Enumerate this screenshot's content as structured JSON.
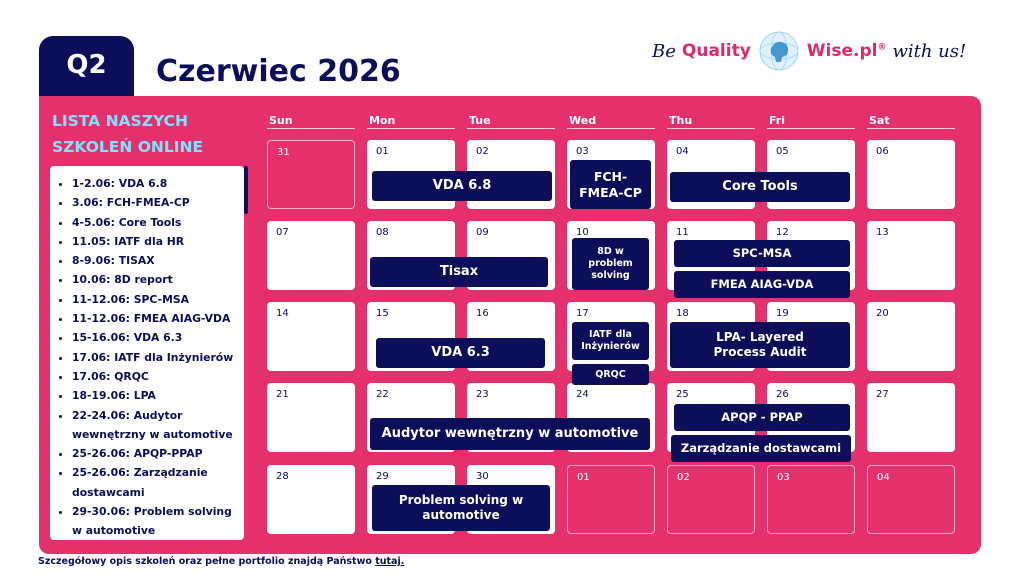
{
  "header": {
    "quarter": "Q2",
    "title": "Czerwiec 2026",
    "brand_be": "Be",
    "brand_quality": "Quality",
    "brand_wise": "Wise.pl",
    "brand_reg": "®",
    "brand_with": "with us!"
  },
  "sidebar": {
    "title": "LISTA NASZYCH SZKOLEŃ ONLINE",
    "items": [
      "1-2.06: VDA 6.8",
      "3.06: FCH-FMEA-CP",
      "4-5.06: Core Tools",
      "11.05: IATF dla HR",
      "8-9.06: TISAX",
      "10.06: 8D report",
      "11-12.06: SPC-MSA",
      "11-12.06: FMEA AIAG-VDA",
      "15-16.06: VDA 6.3",
      "17.06: IATF dla Inżynierów",
      "17.06: QRQC",
      "18-19.06: LPA",
      "22-24.06: Audytor wewnętrzny w automotive",
      "25-26.06: APQP-PPAP",
      "25-26.06: Zarządzanie dostawcami",
      "29-30.06: Problem solving w automotive"
    ]
  },
  "calendar": {
    "days": [
      "Sun",
      "Mon",
      "Tue",
      "Wed",
      "Thu",
      "Fri",
      "Sat"
    ],
    "weeks": [
      [
        "31",
        "01",
        "02",
        "03",
        "04",
        "05",
        "06"
      ],
      [
        "07",
        "08",
        "09",
        "10",
        "11",
        "12",
        "13"
      ],
      [
        "14",
        "15",
        "16",
        "17",
        "18",
        "19",
        "20"
      ],
      [
        "21",
        "22",
        "23",
        "24",
        "25",
        "26",
        "27"
      ],
      [
        "28",
        "29",
        "30",
        "01",
        "02",
        "03",
        "04"
      ]
    ],
    "events": {
      "vda68": "VDA 6.8",
      "fch": "FCH-FMEA-CP",
      "core_tools": "Core Tools",
      "tisax": "Tisax",
      "d8": "8D w problem solving",
      "spc": "SPC-MSA",
      "fmea": "FMEA AIAG-VDA",
      "vda63": "VDA 6.3",
      "iatf": "IATF dla Inżynierów",
      "qrqc": "QRQC",
      "lpa": "LPA- Layered Process Audit",
      "audytor": "Audytor wewnętrzny w automotive",
      "apqp": "APQP - PPAP",
      "zarz": "Zarządzanie dostawcami",
      "problem": "Problem solving w automotive"
    }
  },
  "footer": {
    "text": "Szczegółowy opis szkoleń oraz pełne portfolio znajdą Państwo ",
    "link": "tutaj."
  },
  "colors": {
    "navy": "#0c0e5a",
    "pink": "#e4316c",
    "cyan": "#7fe3ff"
  }
}
